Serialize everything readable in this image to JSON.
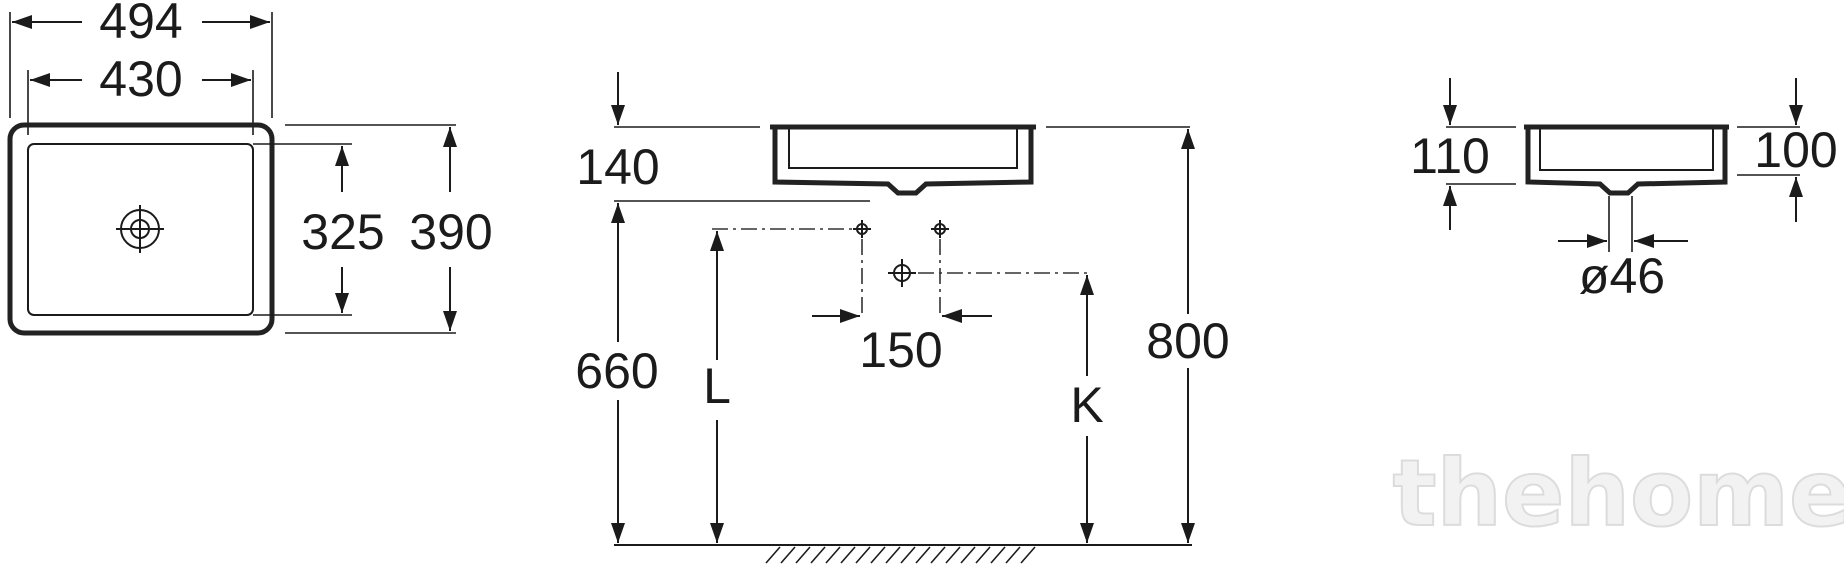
{
  "top_view": {
    "overall_width": "494",
    "inner_width": "430",
    "inner_depth": "325",
    "overall_depth": "390"
  },
  "side_view": {
    "basin_height": "140",
    "install_height": "660",
    "tap_spacing": "150",
    "label_l": "L",
    "label_k": "K",
    "overall_height": "800"
  },
  "section_view": {
    "outer_height": "110",
    "inner_height": "100",
    "drain_diameter": "ø46"
  },
  "watermark": {
    "text": "thehome"
  },
  "colors": {
    "line": "#1b1b1b",
    "background": "#ffffff"
  }
}
